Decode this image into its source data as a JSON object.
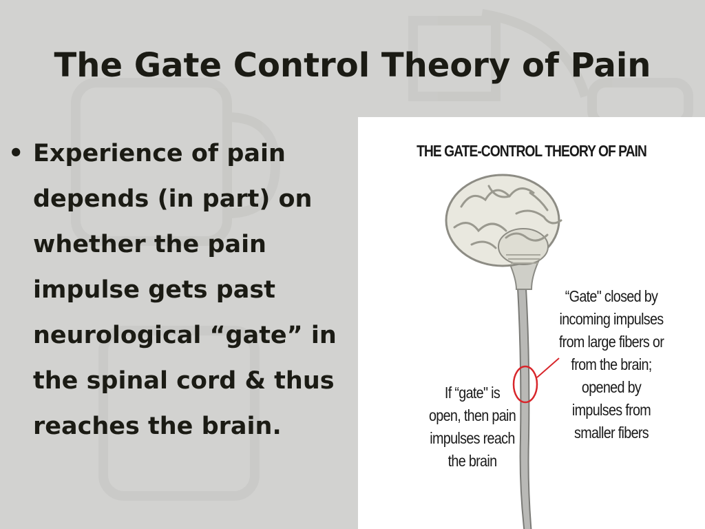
{
  "slide": {
    "title": "The Gate Control Theory of Pain",
    "bullets": [
      {
        "symbol": "•",
        "text": "Experience of pain depends (in part) on whether the pain impulse gets past neurological “gate” in the spinal cord & thus reaches the brain."
      }
    ]
  },
  "figure": {
    "title": "THE GATE-CONTROL THEORY OF PAIN",
    "label_gate_closed": "“Gate\" closed by incoming impulses from large fibers or from the brain; opened by impulses from smaller fibers",
    "label_gate_open": "If “gate\" is open, then pain impulses reach the brain",
    "gate_marker_color": "#d8262b"
  },
  "colors": {
    "background": "#d2d2d0",
    "text": "#1b1b14",
    "panel": "#ffffff"
  }
}
